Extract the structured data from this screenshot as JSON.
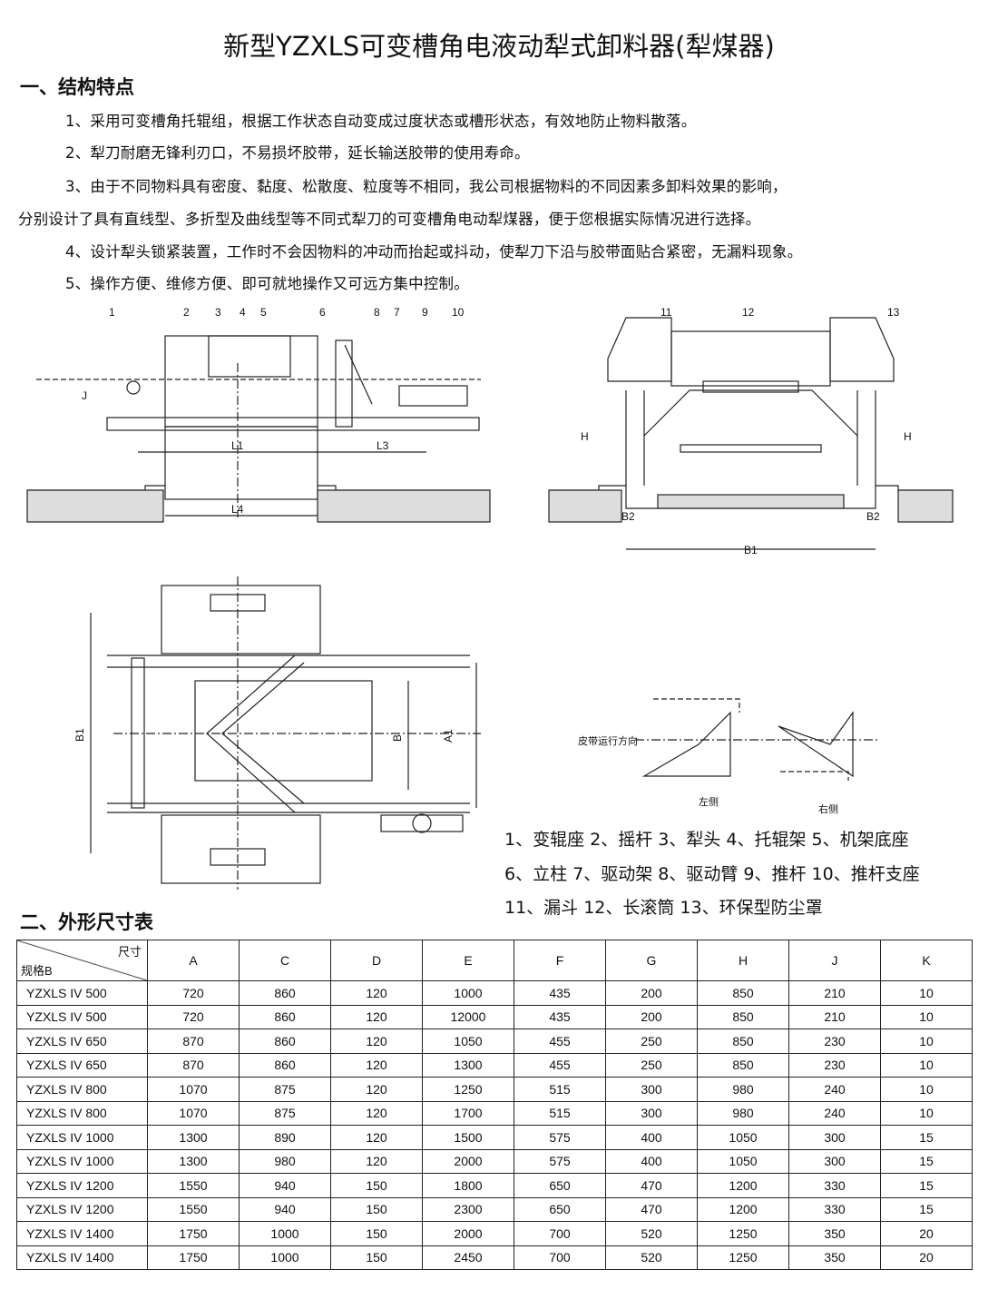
{
  "title": "新型YZXLS可变槽角电液动犁式卸料器(犁煤器)",
  "section1": {
    "heading": "一、结构特点",
    "items": [
      "1、采用可变槽角托辊组，根据工作状态自动变成过度状态或槽形状态，有效地防止物料散落。",
      "2、犁刀耐磨无锋利刃口，不易损坏胶带，延长输送胶带的使用寿命。",
      "3、由于不同物料具有密度、黏度、松散度、粒度等不相同，我公司根据物料的不同因素多卸料效果的影响，",
      "分别设计了具有直线型、多折型及曲线型等不同式犁刀的可变槽角电动犁煤器，便于您根据实际情况进行选择。",
      "4、设计犁头锁紧装置，工作时不会因物料的冲动而抬起或抖动，使犁刀下沿与胶带面贴合紧密，无漏料现象。",
      "5、操作方便、维修方便、即可就地操作又可远方集中控制。"
    ]
  },
  "drawing": {
    "side_numbers": [
      "1",
      "2",
      "3",
      "4",
      "5",
      "6",
      "8",
      "7",
      "9",
      "10"
    ],
    "side_dims": [
      "J",
      "L1",
      "L3",
      "L4"
    ],
    "end_numbers": [
      "11",
      "12",
      "13"
    ],
    "end_dims": [
      "H",
      "H",
      "B2",
      "B2",
      "B1"
    ],
    "plan_dims": [
      "B1",
      "B",
      "A1"
    ],
    "direction_label": "皮带运行方向",
    "left_side": "左侧",
    "right_side": "右侧"
  },
  "legend": [
    "1、变辊座  2、摇杆  3、犁头 4、托辊架 5、机架底座",
    "6、立柱 7、驱动架 8、驱动臂 9、推杆 10、推杆支座",
    "11、漏斗 12、长滚筒 13、环保型防尘罩"
  ],
  "section2": {
    "heading": "二、外形尺寸表"
  },
  "table": {
    "corner_top": "尺寸",
    "corner_bottom": "规格B",
    "columns": [
      "A",
      "C",
      "D",
      "E",
      "F",
      "G",
      "H",
      "J",
      "K"
    ],
    "rows": [
      [
        "YZXLS  IV 500",
        "720",
        "860",
        "120",
        "1000",
        "435",
        "200",
        "850",
        "210",
        "10"
      ],
      [
        "YZXLS  IV 500",
        "720",
        "860",
        "120",
        "12000",
        "435",
        "200",
        "850",
        "210",
        "10"
      ],
      [
        "YZXLS  IV 650",
        "870",
        "860",
        "120",
        "1050",
        "455",
        "250",
        "850",
        "230",
        "10"
      ],
      [
        "YZXLS  IV 650",
        "870",
        "860",
        "120",
        "1300",
        "455",
        "250",
        "850",
        "230",
        "10"
      ],
      [
        "YZXLS  IV 800",
        "1070",
        "875",
        "120",
        "1250",
        "515",
        "300",
        "980",
        "240",
        "10"
      ],
      [
        "YZXLS  IV 800",
        "1070",
        "875",
        "120",
        "1700",
        "515",
        "300",
        "980",
        "240",
        "10"
      ],
      [
        "YZXLS  IV 1000",
        "1300",
        "890",
        "120",
        "1500",
        "575",
        "400",
        "1050",
        "300",
        "15"
      ],
      [
        "YZXLS  IV 1000",
        "1300",
        "980",
        "120",
        "2000",
        "575",
        "400",
        "1050",
        "300",
        "15"
      ],
      [
        "YZXLS  IV 1200",
        "1550",
        "940",
        "150",
        "1800",
        "650",
        "470",
        "1200",
        "330",
        "15"
      ],
      [
        "YZXLS  IV 1200",
        "1550",
        "940",
        "150",
        "2300",
        "650",
        "470",
        "1200",
        "330",
        "15"
      ],
      [
        "YZXLS  IV 1400",
        "1750",
        "1000",
        "150",
        "2000",
        "700",
        "520",
        "1250",
        "350",
        "20"
      ],
      [
        "YZXLS  IV 1400",
        "1750",
        "1000",
        "150",
        "2450",
        "700",
        "520",
        "1250",
        "350",
        "20"
      ]
    ]
  }
}
